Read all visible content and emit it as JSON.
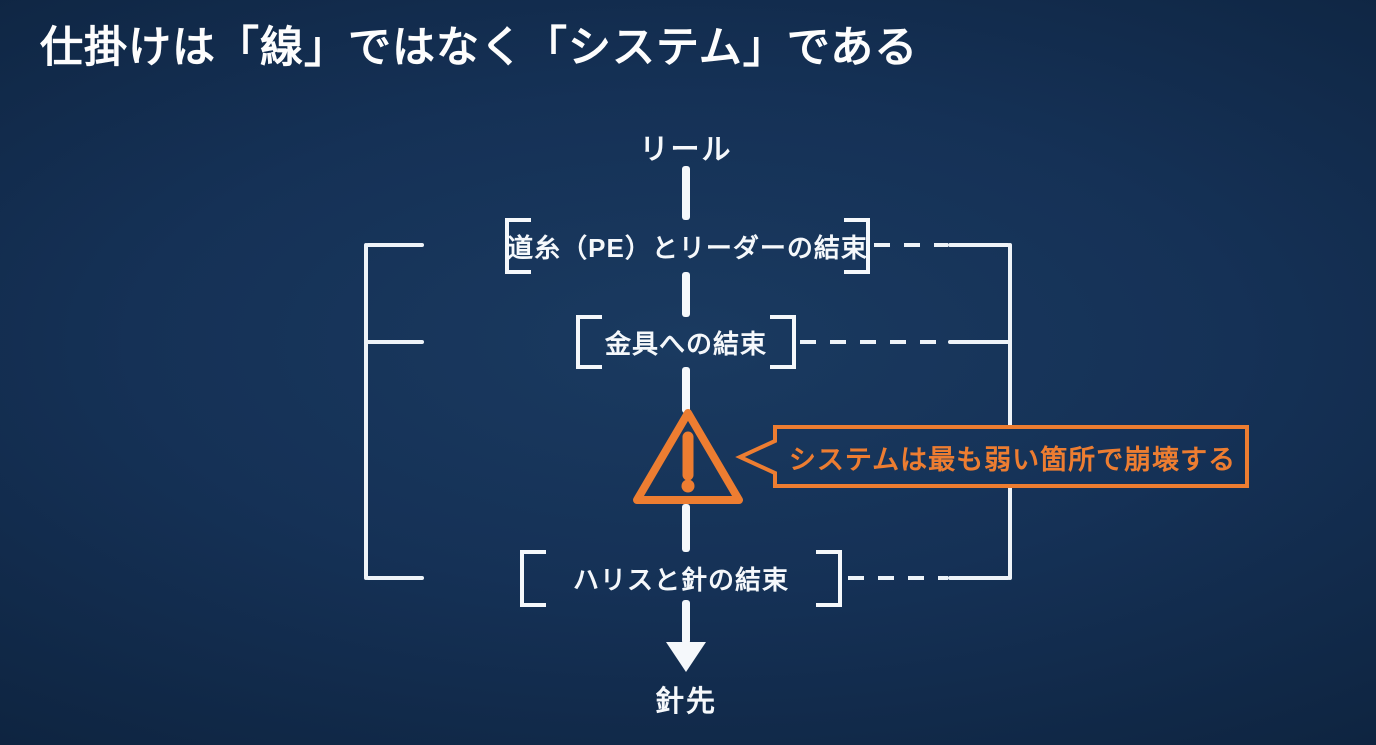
{
  "slide": {
    "title": "仕掛けは「線」ではなく「システム」である"
  },
  "diagram": {
    "start_label": "リール",
    "end_label": "針先",
    "knots": [
      {
        "label": "道糸（PE）とリーダーの結束"
      },
      {
        "label": "金具への結束"
      },
      {
        "label": "ハリスと針の結束"
      }
    ],
    "warning": {
      "icon": "warning-triangle-icon",
      "callout_text": "システムは最も弱い箇所で崩壊する"
    }
  },
  "colors": {
    "accent_orange": "#ed7d31",
    "line_white": "#f5f8fb",
    "background_center": "#173457",
    "background_edge": "#0a1b2f"
  }
}
